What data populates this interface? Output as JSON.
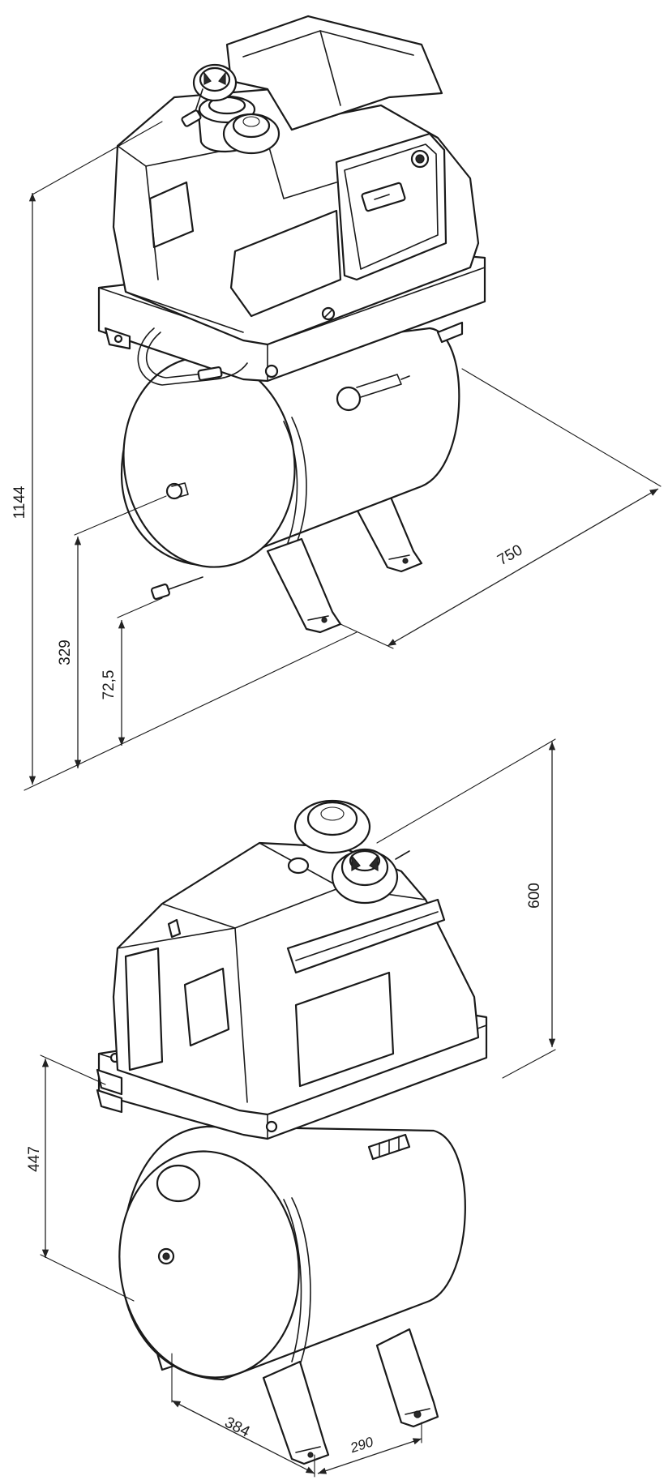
{
  "dimensions": {
    "total_height": "1144",
    "depth": "750",
    "outlet_height": "329",
    "drain_height": "72,5",
    "unit_height": "600",
    "tank_height": "447",
    "tank_width": "384",
    "foot_spacing": "290"
  }
}
